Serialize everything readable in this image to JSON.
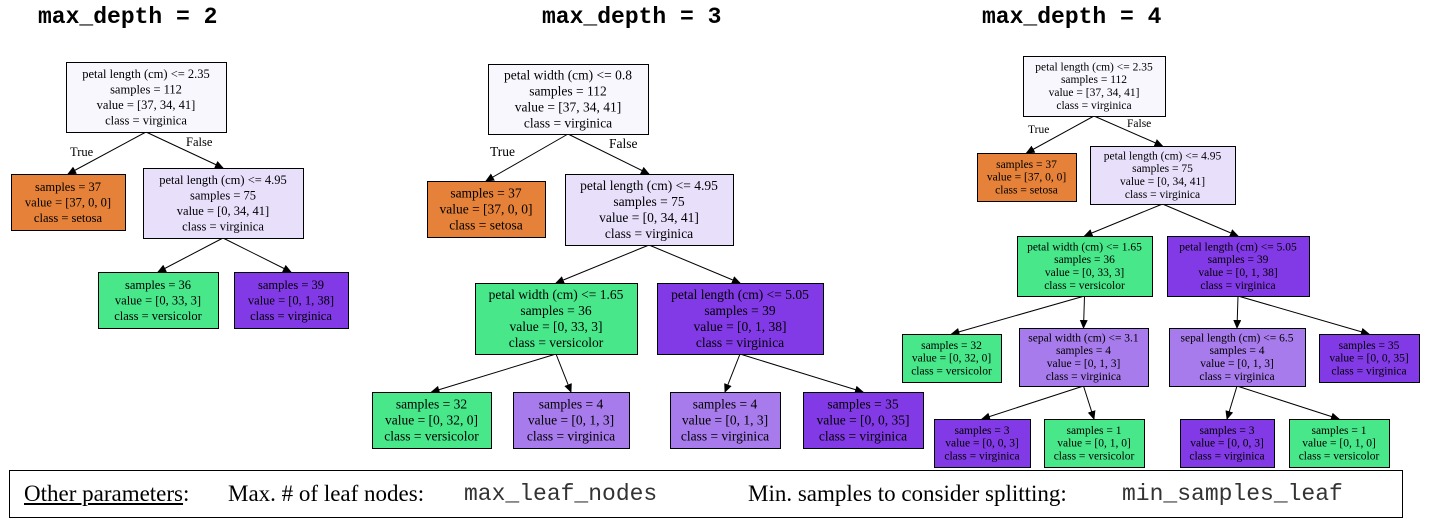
{
  "titles": [
    "max_depth = 2",
    "max_depth = 3",
    "max_depth = 4"
  ],
  "edge_labels": {
    "true": "True",
    "false": "False"
  },
  "colors": {
    "setosa": "#e58139",
    "versicolor": "#47e78a",
    "virginica_pure": "#8239e6",
    "virginica_light": "#a77bec",
    "root": "#f9f7fe",
    "mixed": "#e8dffb"
  },
  "trees": [
    {
      "name": "tree-depth-2",
      "nodes": [
        {
          "id": "a",
          "lines": [
            "petal length (cm) <= 2.35",
            "samples = 112",
            "value = [37, 34, 41]",
            "class = virginica"
          ],
          "color": "#f9f7fe"
        },
        {
          "id": "b",
          "lines": [
            "samples = 37",
            "value = [37, 0, 0]",
            "class = setosa"
          ],
          "color": "#e58139"
        },
        {
          "id": "c",
          "lines": [
            "petal length (cm) <= 4.95",
            "samples = 75",
            "value = [0, 34, 41]",
            "class = virginica"
          ],
          "color": "#e8dffb"
        },
        {
          "id": "d",
          "lines": [
            "samples = 36",
            "value = [0, 33, 3]",
            "class = versicolor"
          ],
          "color": "#47e78a"
        },
        {
          "id": "e",
          "lines": [
            "samples = 39",
            "value = [0, 1, 38]",
            "class = virginica"
          ],
          "color": "#8239e6"
        }
      ],
      "edges": [
        [
          "a",
          "b",
          "true"
        ],
        [
          "a",
          "c",
          "false"
        ],
        [
          "c",
          "d"
        ],
        [
          "c",
          "e"
        ]
      ]
    },
    {
      "name": "tree-depth-3",
      "nodes": [
        {
          "id": "a",
          "lines": [
            "petal width (cm) <= 0.8",
            "samples = 112",
            "value = [37, 34, 41]",
            "class = virginica"
          ],
          "color": "#f9f7fe"
        },
        {
          "id": "b",
          "lines": [
            "samples = 37",
            "value = [37, 0, 0]",
            "class = setosa"
          ],
          "color": "#e58139"
        },
        {
          "id": "c",
          "lines": [
            "petal length (cm) <= 4.95",
            "samples = 75",
            "value = [0, 34, 41]",
            "class = virginica"
          ],
          "color": "#e8dffb"
        },
        {
          "id": "d",
          "lines": [
            "petal width (cm) <= 1.65",
            "samples = 36",
            "value = [0, 33, 3]",
            "class = versicolor"
          ],
          "color": "#47e78a"
        },
        {
          "id": "e",
          "lines": [
            "petal length (cm) <= 5.05",
            "samples = 39",
            "value = [0, 1, 38]",
            "class = virginica"
          ],
          "color": "#8239e6"
        },
        {
          "id": "f",
          "lines": [
            "samples = 32",
            "value = [0, 32, 0]",
            "class = versicolor"
          ],
          "color": "#47e78a"
        },
        {
          "id": "g",
          "lines": [
            "samples = 4",
            "value = [0, 1, 3]",
            "class = virginica"
          ],
          "color": "#a77bec"
        },
        {
          "id": "h",
          "lines": [
            "samples = 4",
            "value = [0, 1, 3]",
            "class = virginica"
          ],
          "color": "#a77bec"
        },
        {
          "id": "i",
          "lines": [
            "samples = 35",
            "value = [0, 0, 35]",
            "class = virginica"
          ],
          "color": "#8239e6"
        }
      ],
      "edges": [
        [
          "a",
          "b",
          "true"
        ],
        [
          "a",
          "c",
          "false"
        ],
        [
          "c",
          "d"
        ],
        [
          "c",
          "e"
        ],
        [
          "d",
          "f"
        ],
        [
          "d",
          "g"
        ],
        [
          "e",
          "h"
        ],
        [
          "e",
          "i"
        ]
      ]
    },
    {
      "name": "tree-depth-4",
      "nodes": [
        {
          "id": "a",
          "lines": [
            "petal length (cm) <= 2.35",
            "samples = 112",
            "value = [37, 34, 41]",
            "class = virginica"
          ],
          "color": "#f9f7fe"
        },
        {
          "id": "b",
          "lines": [
            "samples = 37",
            "value = [37, 0, 0]",
            "class = setosa"
          ],
          "color": "#e58139"
        },
        {
          "id": "c",
          "lines": [
            "petal length (cm) <= 4.95",
            "samples = 75",
            "value = [0, 34, 41]",
            "class = virginica"
          ],
          "color": "#e8dffb"
        },
        {
          "id": "d",
          "lines": [
            "petal width (cm) <= 1.65",
            "samples = 36",
            "value = [0, 33, 3]",
            "class = versicolor"
          ],
          "color": "#47e78a"
        },
        {
          "id": "e",
          "lines": [
            "petal length (cm) <= 5.05",
            "samples = 39",
            "value = [0, 1, 38]",
            "class = virginica"
          ],
          "color": "#8239e6"
        },
        {
          "id": "f",
          "lines": [
            "samples = 32",
            "value = [0, 32, 0]",
            "class = versicolor"
          ],
          "color": "#47e78a"
        },
        {
          "id": "g",
          "lines": [
            "sepal width (cm) <= 3.1",
            "samples = 4",
            "value = [0, 1, 3]",
            "class = virginica"
          ],
          "color": "#a77bec"
        },
        {
          "id": "h",
          "lines": [
            "sepal length (cm) <= 6.5",
            "samples = 4",
            "value = [0, 1, 3]",
            "class = virginica"
          ],
          "color": "#a77bec"
        },
        {
          "id": "i",
          "lines": [
            "samples = 35",
            "value = [0, 0, 35]",
            "class = virginica"
          ],
          "color": "#8239e6"
        },
        {
          "id": "j",
          "lines": [
            "samples = 3",
            "value = [0, 0, 3]",
            "class = virginica"
          ],
          "color": "#8239e6"
        },
        {
          "id": "k",
          "lines": [
            "samples = 1",
            "value = [0, 1, 0]",
            "class = versicolor"
          ],
          "color": "#47e78a"
        },
        {
          "id": "l",
          "lines": [
            "samples = 3",
            "value = [0, 0, 3]",
            "class = virginica"
          ],
          "color": "#8239e6"
        },
        {
          "id": "m",
          "lines": [
            "samples = 1",
            "value = [0, 1, 0]",
            "class = versicolor"
          ],
          "color": "#47e78a"
        }
      ],
      "edges": [
        [
          "a",
          "b",
          "true"
        ],
        [
          "a",
          "c",
          "false"
        ],
        [
          "c",
          "d"
        ],
        [
          "c",
          "e"
        ],
        [
          "d",
          "f"
        ],
        [
          "d",
          "g"
        ],
        [
          "e",
          "h"
        ],
        [
          "e",
          "i"
        ],
        [
          "g",
          "j"
        ],
        [
          "g",
          "k"
        ],
        [
          "h",
          "l"
        ],
        [
          "h",
          "m"
        ]
      ]
    }
  ],
  "footer": {
    "label": "Other parameters",
    "colon": ":",
    "leaf_text": "Max. # of leaf nodes:",
    "leaf_code": "max_leaf_nodes",
    "split_text": "Min. samples to consider splitting:",
    "split_code": "min_samples_leaf"
  }
}
